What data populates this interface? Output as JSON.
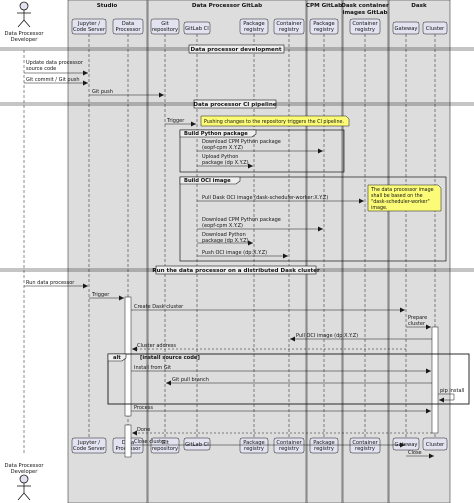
{
  "actor": {
    "name_line1": "Data Processor",
    "name_line2": "Developer"
  },
  "boxes": [
    {
      "id": "studio",
      "title": "Studio"
    },
    {
      "id": "dpgitlab",
      "title": "Data Processor GitLab"
    },
    {
      "id": "cpmgitlab",
      "title": "CPM GitLab"
    },
    {
      "id": "daskimg",
      "title_line1": "Dask container",
      "title_line2": "images GitLab"
    },
    {
      "id": "dask",
      "title": "Dask"
    }
  ],
  "participants": [
    {
      "id": "jupyter",
      "line1": "Jupyter /",
      "line2": "Code Server"
    },
    {
      "id": "dp",
      "line1": "Data",
      "line2": "Processor"
    },
    {
      "id": "git",
      "line1": "Git",
      "line2": "repository"
    },
    {
      "id": "ci",
      "line1": "GitLab CI",
      "line2": ""
    },
    {
      "id": "pkg",
      "line1": "Package",
      "line2": "registry"
    },
    {
      "id": "creg",
      "line1": "Container",
      "line2": "registry"
    },
    {
      "id": "cpmpkg",
      "line1": "Package",
      "line2": "registry"
    },
    {
      "id": "daskreg",
      "line1": "Container",
      "line2": "registry"
    },
    {
      "id": "gw",
      "line1": "Gateway",
      "line2": ""
    },
    {
      "id": "cluster",
      "line1": "Cluster",
      "line2": ""
    }
  ],
  "dividers": [
    "Data processor development",
    "Data processor CI pipeline",
    "Run the data processor on a distributed Dask cluster"
  ],
  "messages": [
    {
      "line1": "Update data processor",
      "line2": "source code"
    },
    {
      "line1": "Git commit / Git push",
      "line2": ""
    },
    {
      "line1": "Git push",
      "line2": ""
    },
    {
      "line1": "Trigger",
      "line2": ""
    },
    {
      "line1": "Download CPM Python package",
      "line2": "(eopf-cpm X.Y.Z)"
    },
    {
      "line1": "Upload Python",
      "line2": "package (dp X.Y.Z)"
    },
    {
      "line1": "Pull Dask OCI image (dask-scheduler-worker:X.Y.Z)",
      "line2": ""
    },
    {
      "line1": "Download CPM Python package",
      "line2": "(eopf-cpm X.Y.Z)"
    },
    {
      "line1": "Download Python",
      "line2": "package (dp X.Y.Z)"
    },
    {
      "line1": "Push OCI image (dp:X.Y.Z)",
      "line2": ""
    },
    {
      "line1": "Run data processor",
      "line2": ""
    },
    {
      "line1": "Trigger",
      "line2": ""
    },
    {
      "line1": "Create Dask cluster",
      "line2": ""
    },
    {
      "line1": "Prepare",
      "line2": "cluster"
    },
    {
      "line1": "Pull OCI image (dp:X.Y.Z)",
      "line2": ""
    },
    {
      "line1": "Cluster address",
      "line2": ""
    },
    {
      "line1": "Install from Git",
      "line2": ""
    },
    {
      "line1": "Git pull branch",
      "line2": ""
    },
    {
      "line1": "pip install",
      "line2": ""
    },
    {
      "line1": "Process",
      "line2": ""
    },
    {
      "line1": "Done",
      "line2": ""
    },
    {
      "line1": "Close cluster",
      "line2": ""
    },
    {
      "line1": "Close",
      "line2": ""
    }
  ],
  "notes": [
    {
      "lines": [
        "Pushing changes to the repository triggers the CI pipeline."
      ]
    },
    {
      "lines": [
        "The data processor image",
        "shall be based on the",
        "\"dask-scheduler-worker\"",
        "image."
      ]
    }
  ],
  "fragments": [
    {
      "kind": "group",
      "title": "Build Python package"
    },
    {
      "kind": "group",
      "title": "Build OCI image"
    },
    {
      "kind": "alt",
      "title": "alt",
      "condition": "[install source code]"
    }
  ],
  "colors": {
    "box_bg": "#dddddd",
    "participant_fill": "#e2e2f0",
    "participant_stroke": "#181818",
    "note_fill": "#fbfb77",
    "activation_fill": "#ffffff",
    "line": "#181818"
  }
}
